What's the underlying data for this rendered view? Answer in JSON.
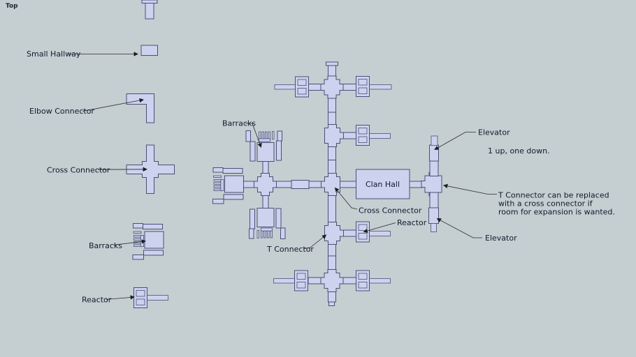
{
  "viewport": {
    "view_label": "Top"
  },
  "colors": {
    "background": "#c5ced1",
    "piece_fill": "#cdd2ee",
    "piece_outline": "#4a5078",
    "label_text": "#13192e",
    "leader_line": "#2b2b2b"
  },
  "legend": {
    "items": [
      {
        "label": "Small Hallway"
      },
      {
        "label": "Elbow Connector"
      },
      {
        "label": "Cross Connector"
      },
      {
        "label": "Barracks"
      },
      {
        "label": "Reactor"
      }
    ]
  },
  "diagram": {
    "labels": {
      "barracks": "Barracks",
      "clan_hall": "Clan Hall",
      "cross_connector": "Cross Connector",
      "t_connector": "T Connector",
      "reactor": "Reactor",
      "elevator_top": "Elevator",
      "elevator_bottom": "Elevator"
    },
    "notes": {
      "elevator_capacity": "1 up, one down.",
      "t_connector_line1": "T Connector can be replaced",
      "t_connector_line2": "with a cross connector if",
      "t_connector_line3": "room for expansion is wanted."
    }
  }
}
